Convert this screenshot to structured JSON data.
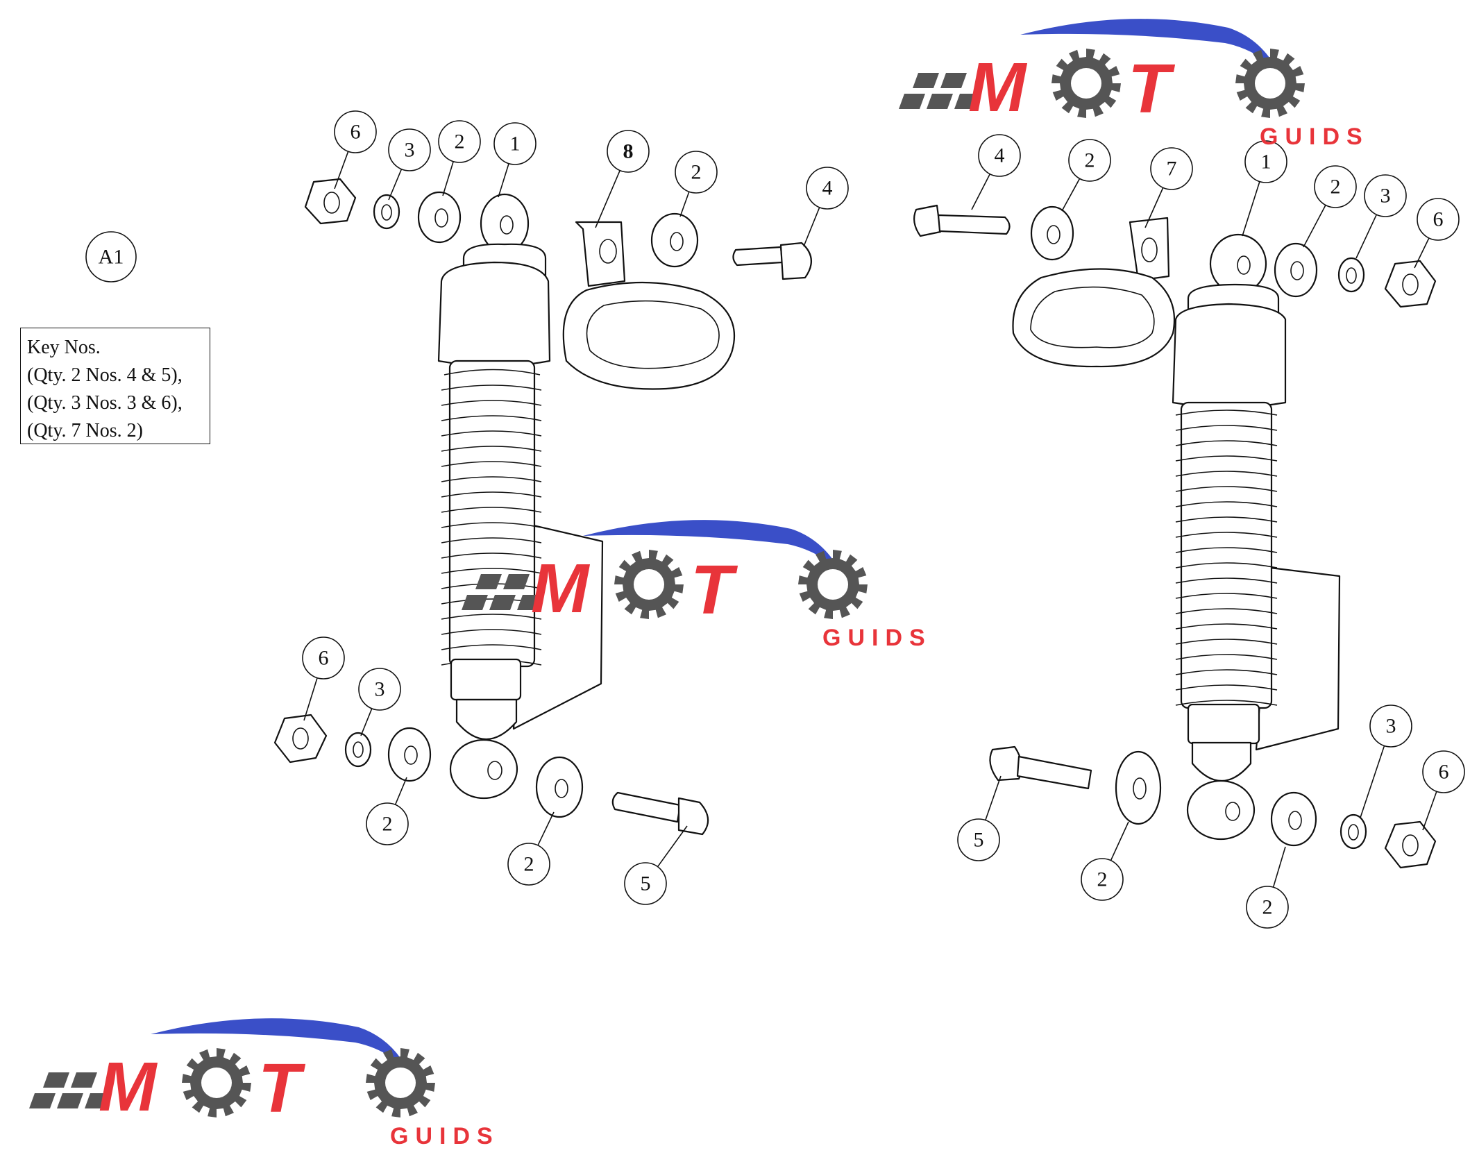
{
  "diagram": {
    "view_label": "A1",
    "key_note": {
      "title": "Key Nos.",
      "lines": [
        "(Qty. 2 Nos. 4 & 5),",
        "(Qty. 3 Nos. 3 & 6),",
        "(Qty. 7 Nos. 2)"
      ]
    },
    "left_assembly": {
      "callouts": [
        "6",
        "3",
        "2",
        "1",
        "8",
        "2",
        "4",
        "6",
        "3",
        "2",
        "2",
        "5"
      ]
    },
    "right_assembly": {
      "callouts": [
        "4",
        "2",
        "7",
        "1",
        "2",
        "3",
        "6",
        "3",
        "6",
        "5",
        "2",
        "2"
      ]
    }
  },
  "watermark": {
    "brand_main": "MOTO",
    "brand_sub": "GUIDS",
    "colors": {
      "red": "#e8343a",
      "blue": "#3a4fc8",
      "gray": "#555555"
    }
  }
}
